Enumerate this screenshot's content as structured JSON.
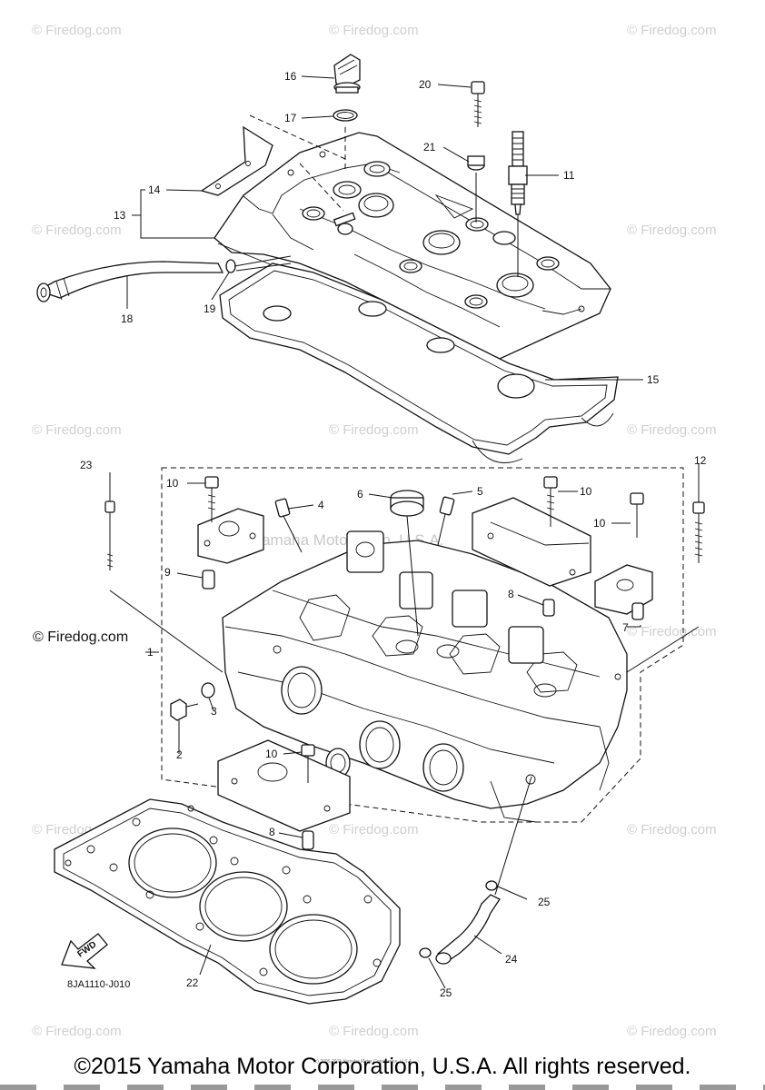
{
  "watermark": {
    "text": "© Firedog.com",
    "center_text": "Yamaha Motor Corp. U.S.A.",
    "bold_text": "© Firedog.com"
  },
  "diagram_code": "8JA1110-J010",
  "fwd_label": "FWD",
  "callouts": {
    "c1": "1",
    "c2": "2",
    "c3": "3",
    "c4": "4",
    "c5": "5",
    "c6": "6",
    "c7": "7",
    "c8a": "8",
    "c8b": "8",
    "c9": "9",
    "c10a": "10",
    "c10b": "10",
    "c10c": "10",
    "c10d": "10",
    "c11": "11",
    "c12": "12",
    "c13": "13",
    "c14": "14",
    "c15": "15",
    "c16": "16",
    "c17": "17",
    "c18": "18",
    "c19": "19",
    "c20": "20",
    "c21": "21",
    "c22": "22",
    "c23": "23",
    "c24": "24",
    "c25a": "25",
    "c25b": "25"
  },
  "small_print": "(c) 2005-2015 Yamaha Motor Corporation, U.S.A.",
  "copyright": "©2015 Yamaha Motor Corporation, U.S.A. All rights reserved."
}
